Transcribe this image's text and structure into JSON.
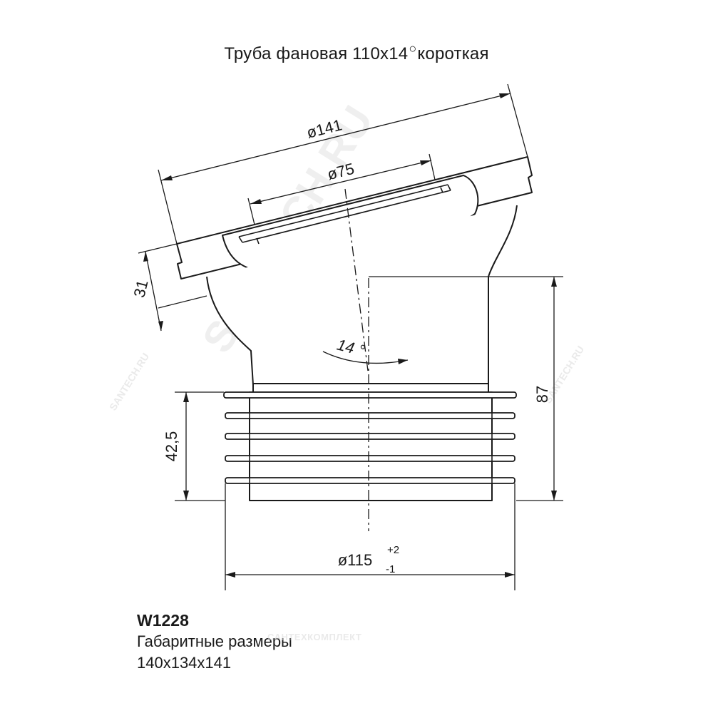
{
  "title": {
    "text_before": "Труба фановая 110х14",
    "degree": "○",
    "text_after": "короткая"
  },
  "dimensions": {
    "outer_flange_diameter": "ø141",
    "inner_diameter": "ø75",
    "flange_height": "31",
    "angle": "14 °",
    "total_height": "87",
    "ribbed_height": "42,5",
    "bottom_diameter": "ø115",
    "tolerance_upper": "+2",
    "tolerance_lower": "-1"
  },
  "info": {
    "code": "W1228",
    "label": "Габаритные размеры",
    "size": "140х134х141"
  },
  "watermarks": {
    "main": "SANTECH.RU",
    "side_left": "SANTECH.RU",
    "side_right": "SANTECH.RU",
    "bottom": "САНТЕХКОМПЛЕКТ"
  },
  "colors": {
    "line": "#1a1a1a",
    "fill": "#ffffff",
    "watermark": "#d9d9d9"
  }
}
